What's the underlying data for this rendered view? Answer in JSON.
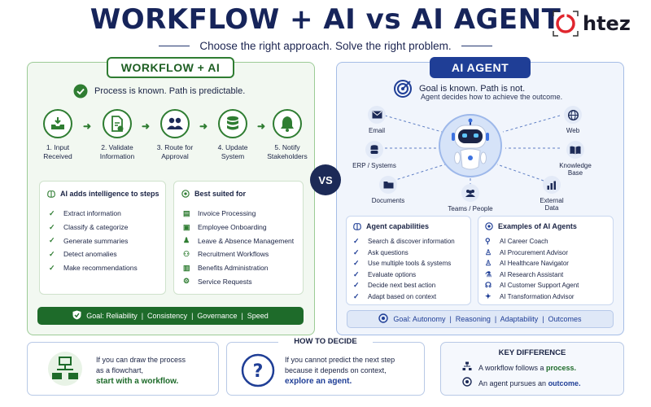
{
  "title": "WORKFLOW + AI vs AI AGENT",
  "subtitle": "Choose the right approach. Solve the right problem.",
  "logo_text": "htez",
  "vs": "VS",
  "workflow": {
    "heading": "WORKFLOW + AI",
    "statement": "Process is known. Path is predictable.",
    "steps": [
      {
        "label1": "1. Input",
        "label2": "Received",
        "icon": "inbox-icon"
      },
      {
        "label1": "2. Validate",
        "label2": "Information",
        "icon": "document-check-icon"
      },
      {
        "label1": "3. Route for",
        "label2": "Approval",
        "icon": "people-icon"
      },
      {
        "label1": "4. Update",
        "label2": "System",
        "icon": "database-icon"
      },
      {
        "label1": "5. Notify",
        "label2": "Stakeholders",
        "icon": "bell-icon"
      }
    ],
    "ai_box": {
      "title": "AI adds intelligence to steps",
      "items": [
        "Extract information",
        "Classify & categorize",
        "Generate summaries",
        "Detect anomalies",
        "Make recommendations"
      ]
    },
    "suited_box": {
      "title": "Best suited for",
      "items": [
        "Invoice Processing",
        "Employee Onboarding",
        "Leave & Absence Management",
        "Recruitment Workflows",
        "Benefits Administration",
        "Service Requests"
      ]
    },
    "goal": "Goal: Reliability  |  Consistency  |  Governance  |  Speed"
  },
  "agent": {
    "heading": "AI AGENT",
    "statement": "Goal is known. Path is not.",
    "statement_sub": "Agent decides how to achieve the outcome.",
    "nodes": {
      "email": "Email",
      "erp": "ERP / Systems",
      "documents": "Documents",
      "teams": "Teams / People",
      "web": "Web",
      "kb1": "Knowledge",
      "kb2": "Base",
      "ext1": "External",
      "ext2": "Data"
    },
    "capabilities": {
      "title": "Agent capabilities",
      "items": [
        "Search & discover information",
        "Ask questions",
        "Use multiple tools & systems",
        "Evaluate options",
        "Decide next best action",
        "Adapt based on context"
      ]
    },
    "examples": {
      "title": "Examples of AI Agents",
      "items": [
        "AI Career Coach",
        "AI Procurement Advisor",
        "AI Healthcare Navigator",
        "AI Research Assistant",
        "AI Customer Support Agent",
        "AI Transformation Advisor"
      ]
    },
    "goal": "Goal: Autonomy  |  Reasoning  |  Adaptability  |  Outcomes"
  },
  "decide": {
    "heading": "HOW TO DECIDE",
    "workflow_line1": "If you can draw the process",
    "workflow_line2": "as a flowchart,",
    "workflow_hl": "start with a workflow.",
    "agent_line1": "If you cannot predict the next step",
    "agent_line2": "because it depends on context,",
    "agent_hl": "explore an agent."
  },
  "key_difference": {
    "heading": "KEY DIFFERENCE",
    "line1_pre": "A workflow follows a ",
    "line1_hl": "process.",
    "line2_pre": "An agent pursues an ",
    "line2_hl": "outcome."
  },
  "colors": {
    "green": "#2f7d32",
    "navy": "#1f3e96",
    "dark": "#16245a"
  }
}
